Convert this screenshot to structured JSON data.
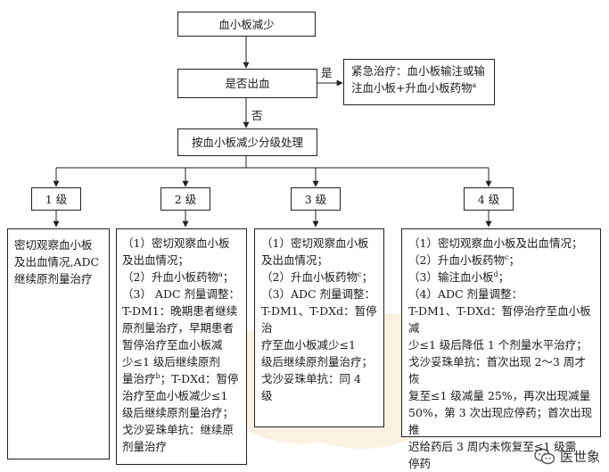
{
  "nodes": {
    "start": "血小板减少",
    "question": "是否出血",
    "yes_action": [
      "紧急治疗：血小板输注或输",
      "注血小板+升血小板药物"
    ],
    "yes_action_sup": "a",
    "graded": "按血小板减少分级处理"
  },
  "edge_labels": {
    "yes": "是",
    "no": "否"
  },
  "grades": [
    {
      "label": "1 级",
      "lines": [
        "密切观察血小板",
        "及出血情况,ADC",
        "继续原剂量治疗"
      ]
    },
    {
      "label": "2 级",
      "lines": [
        "（1）密切观察血小板",
        "及出血情况；",
        "（2）升血小板药物",
        "（3） ADC 剂量调整：",
        "T-DM1：晚期患者继续",
        "原剂量治疗，早期患者",
        "暂停治疗至血小板减",
        "少≤1 级后继续原剂",
        "量治疗",
        "；T-DXd：暂停",
        "治疗至血小板减少≤1",
        "级后继续原剂量治疗；",
        "戈沙妥珠单抗：继续原",
        "剂量治疗"
      ]
    },
    {
      "label": "3 级",
      "lines": [
        "（1）密切观察血小板",
        "及出血情况；",
        "（2）升血小板药物",
        "（3）ADC 剂量调整：",
        "T-DM1、T-DXd：暂停治",
        "疗至血小板减少≤1",
        "级后继续原剂量治疗；",
        "戈沙妥珠单抗：同 4",
        "级"
      ]
    },
    {
      "label": "4 级",
      "lines": [
        "（1）密切观察血小板及出血情况；",
        "（2）升血小板药物",
        "（3）输注血小板",
        "（4）ADC 剂量调整：",
        "T-DM1、T-DXd：暂停治疗至血小板减",
        "少≤1 级后降低 1 个剂量水平治疗；",
        "戈沙妥珠单抗：首次出现 2～3 周才恢",
        "复至≤1 级减量 25%，再次出现减量",
        "50%，第 3 次出现应停药；首次出现推",
        "迟给药后 3 周内未恢复至≤1 级需",
        "停药"
      ]
    }
  ],
  "sups": {
    "b": "b",
    "c": "c",
    "d": "d",
    "a": "a"
  },
  "punct": {
    "semicolon": "；"
  },
  "brand": {
    "text": "医世象",
    "icon": "wechat-icon"
  }
}
